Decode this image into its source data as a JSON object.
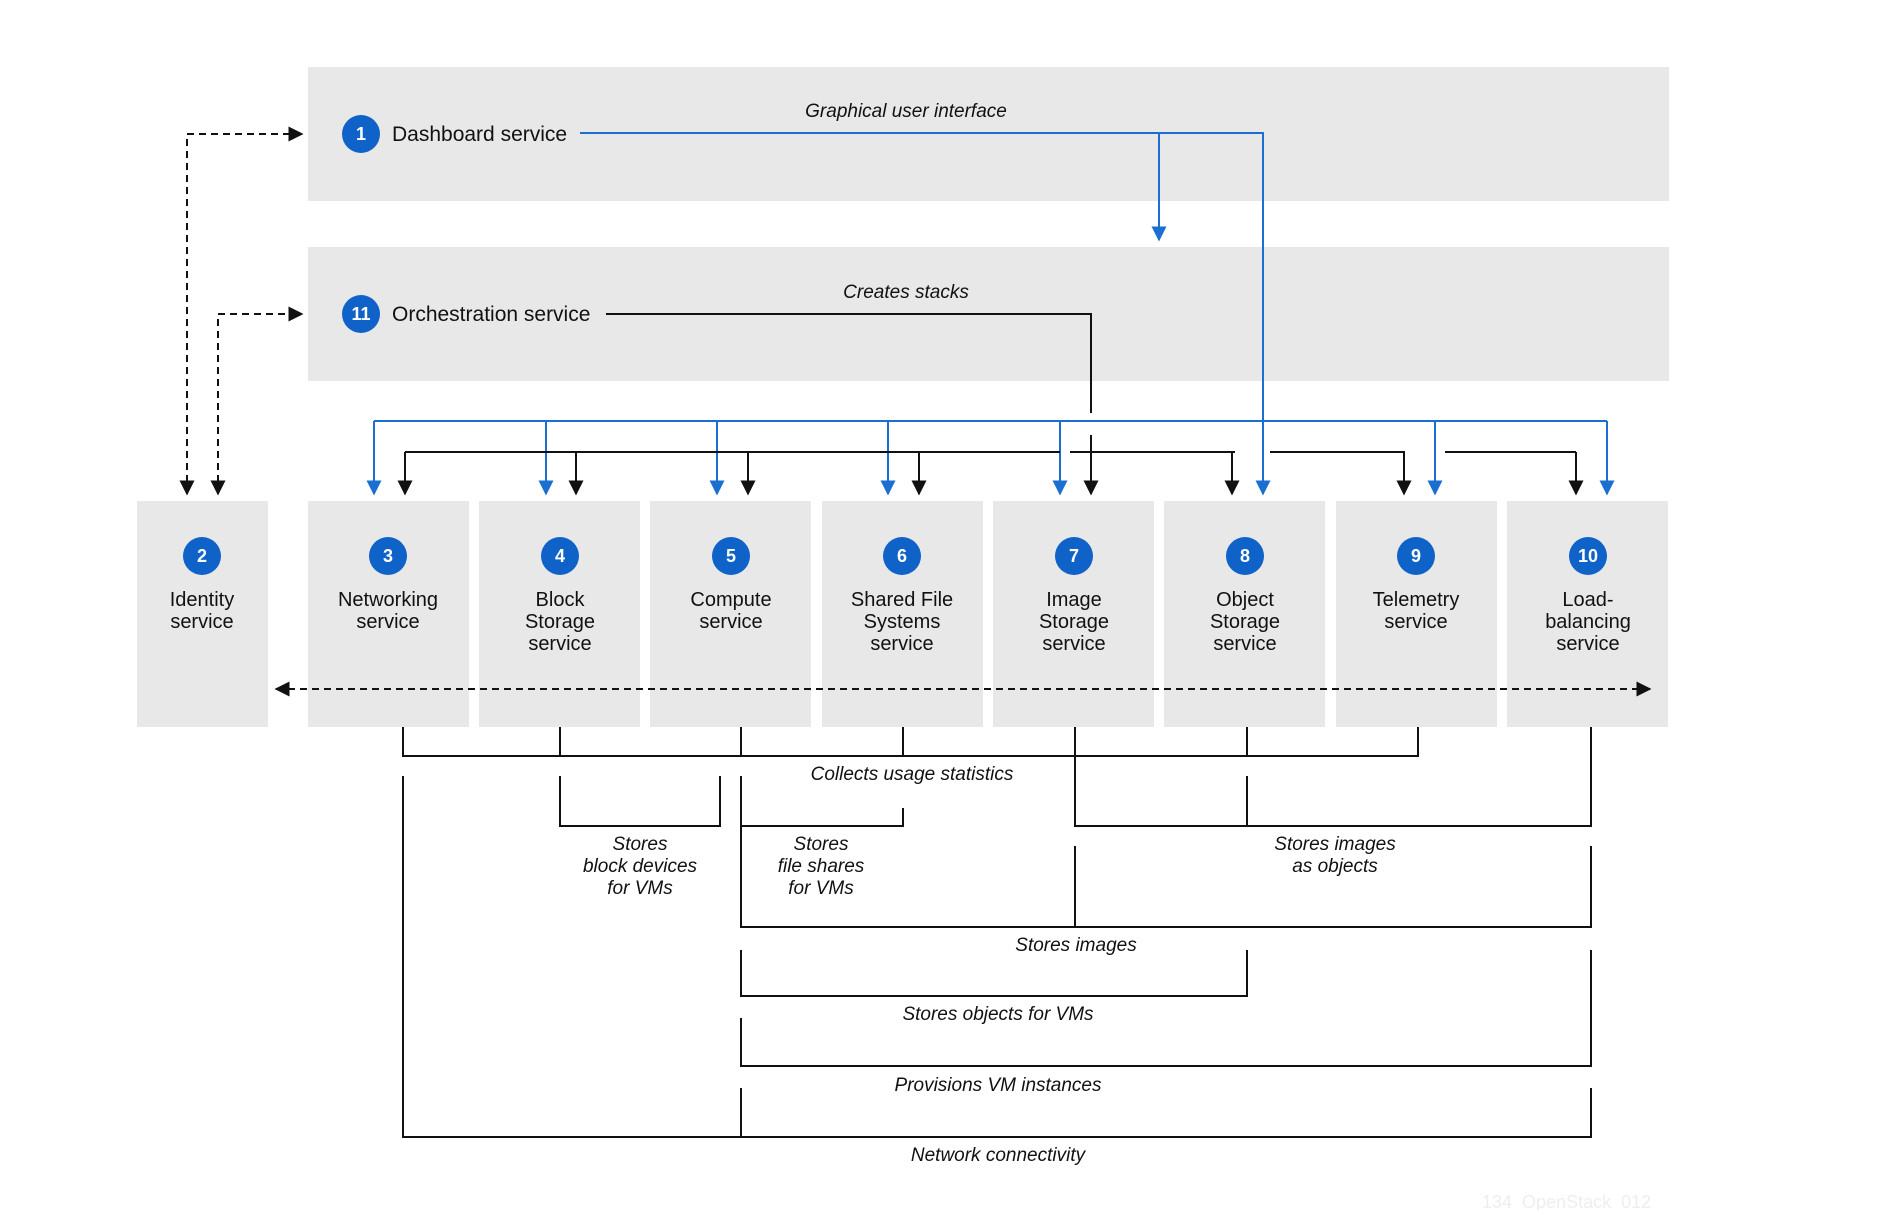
{
  "colors": {
    "panel": "#e8e8e8",
    "badge": "#0e62c8",
    "blue_line": "#1a6fd1",
    "black_line": "#111111"
  },
  "top_services": [
    {
      "id": "dashboard",
      "number": "1",
      "name": "Dashboard service",
      "flow_label": "Graphical user interface"
    },
    {
      "id": "orchestration",
      "number": "11",
      "name": "Orchestration service",
      "flow_label": "Creates stacks"
    }
  ],
  "services": [
    {
      "id": "identity",
      "number": "2",
      "lines": [
        "Identity",
        "service"
      ]
    },
    {
      "id": "networking",
      "number": "3",
      "lines": [
        "Networking",
        "service"
      ]
    },
    {
      "id": "block-storage",
      "number": "4",
      "lines": [
        "Block",
        "Storage",
        "service"
      ]
    },
    {
      "id": "compute",
      "number": "5",
      "lines": [
        "Compute",
        "service"
      ]
    },
    {
      "id": "shared-file-systems",
      "number": "6",
      "lines": [
        "Shared File",
        "Systems",
        "service"
      ]
    },
    {
      "id": "image-storage",
      "number": "7",
      "lines": [
        "Image",
        "Storage",
        "service"
      ]
    },
    {
      "id": "object-storage",
      "number": "8",
      "lines": [
        "Object",
        "Storage",
        "service"
      ]
    },
    {
      "id": "telemetry",
      "number": "9",
      "lines": [
        "Telemetry",
        "service"
      ]
    },
    {
      "id": "load-balancing",
      "number": "10",
      "lines": [
        "Load-",
        "balancing",
        "service"
      ]
    }
  ],
  "relations": [
    {
      "id": "collects-usage-statistics",
      "lines": [
        "Collects usage statistics"
      ]
    },
    {
      "id": "stores-block-devices",
      "lines": [
        "Stores",
        "block devices",
        "for VMs"
      ]
    },
    {
      "id": "stores-file-shares",
      "lines": [
        "Stores",
        "file shares",
        "for VMs"
      ]
    },
    {
      "id": "stores-images-as-objects",
      "lines": [
        "Stores images",
        "as objects"
      ]
    },
    {
      "id": "stores-images",
      "lines": [
        "Stores images"
      ]
    },
    {
      "id": "stores-objects-for-vms",
      "lines": [
        "Stores objects for VMs"
      ]
    },
    {
      "id": "provisions-vm-instances",
      "lines": [
        "Provisions VM instances"
      ]
    },
    {
      "id": "network-connectivity",
      "lines": [
        "Network connectivity"
      ]
    }
  ],
  "figure_id": "134_OpenStack_012"
}
